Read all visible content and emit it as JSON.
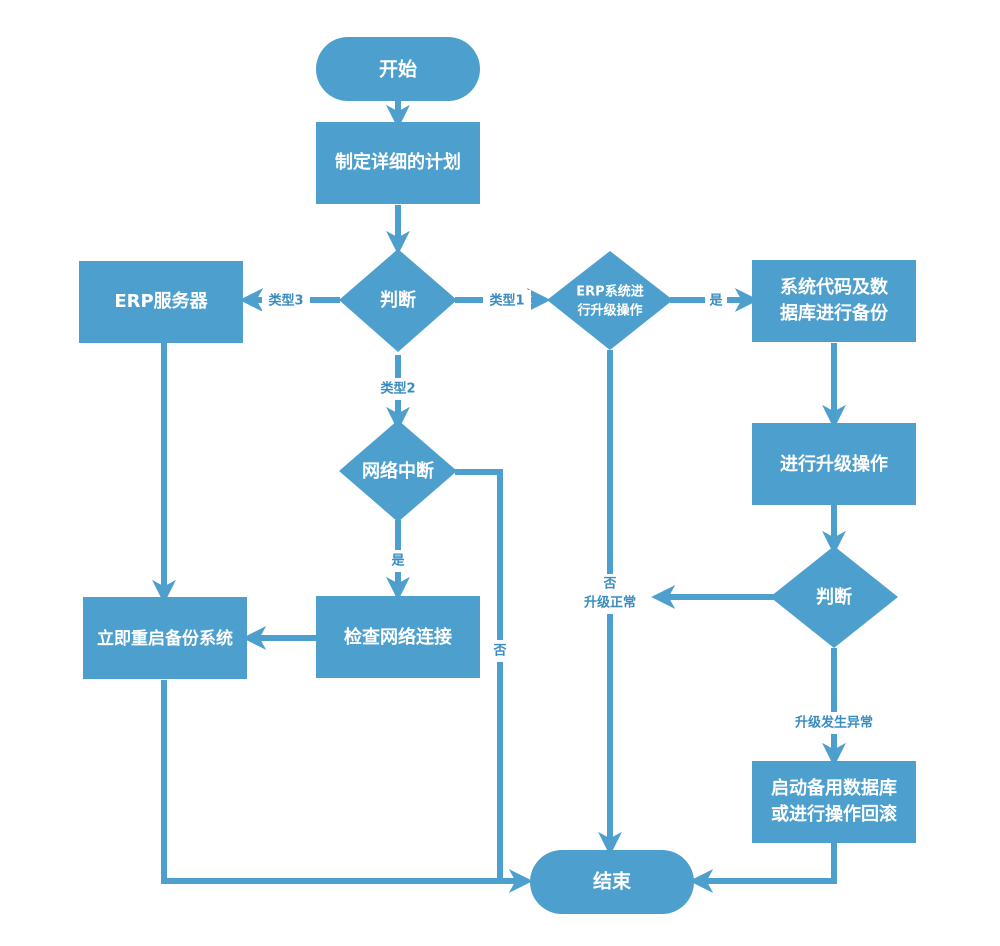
{
  "colors": {
    "node_fill": "#4d9fcd",
    "edge": "#4d9fcd",
    "node_text": "#ffffff",
    "edge_text": "#3a8cbf"
  },
  "nodes": {
    "start": "开始",
    "plan": "制定详细的计划",
    "judge1": "判断",
    "erp_server": "ERP服务器",
    "erp_upgrade_l1": "ERP系统进",
    "erp_upgrade_l2": "行升级操作",
    "backup_l1": "系统代码及数",
    "backup_l2": "据库进行备份",
    "network": "网络中断",
    "check_network": "检查网络连接",
    "restart_backup": "立即重启备份系统",
    "upgrade_op": "进行升级操作",
    "judge2": "判断",
    "fallback_l1": "启动备用数据库",
    "fallback_l2": "或进行操作回滚",
    "end": "结束"
  },
  "edge_labels": {
    "type3": "类型3",
    "type1": "类型1",
    "type2": "类型2",
    "yes_backup": "是",
    "yes_check": "是",
    "no_network": "否",
    "no_upgrade_l1": "否",
    "no_upgrade_l2": "升级正常",
    "upgrade_error": "升级发生异常"
  }
}
